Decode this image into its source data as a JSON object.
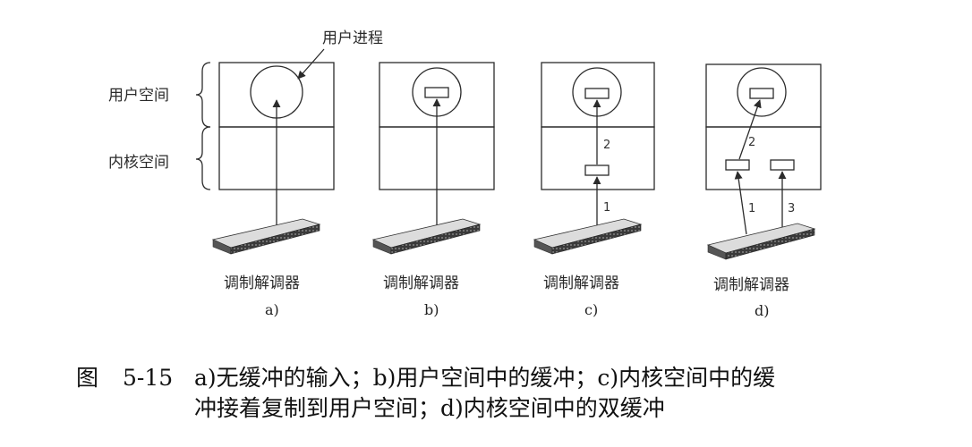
{
  "labels": {
    "user_process": "用户进程",
    "user_space": "用户空间",
    "kernel_space": "内核空间"
  },
  "panels": [
    {
      "device": "调制解调器",
      "label": "a)",
      "steps": []
    },
    {
      "device": "调制解调器",
      "label": "b)",
      "steps": []
    },
    {
      "device": "调制解调器",
      "label": "c)",
      "steps": [
        "1",
        "2"
      ]
    },
    {
      "device": "调制解调器",
      "label": "d)",
      "steps": [
        "1",
        "2",
        "3"
      ]
    }
  ],
  "caption": {
    "figure": "图",
    "number": "5-15",
    "line1": "a)无缓冲的输入；b)用户空间中的缓冲；c)内核空间中的缓",
    "line2": "冲接着复制到用户空间；d)内核空间中的双缓冲"
  },
  "colors": {
    "line": "#2b2b2b",
    "modem_dark": "#2a2a2a",
    "modem_light": "#d9d9d9"
  }
}
